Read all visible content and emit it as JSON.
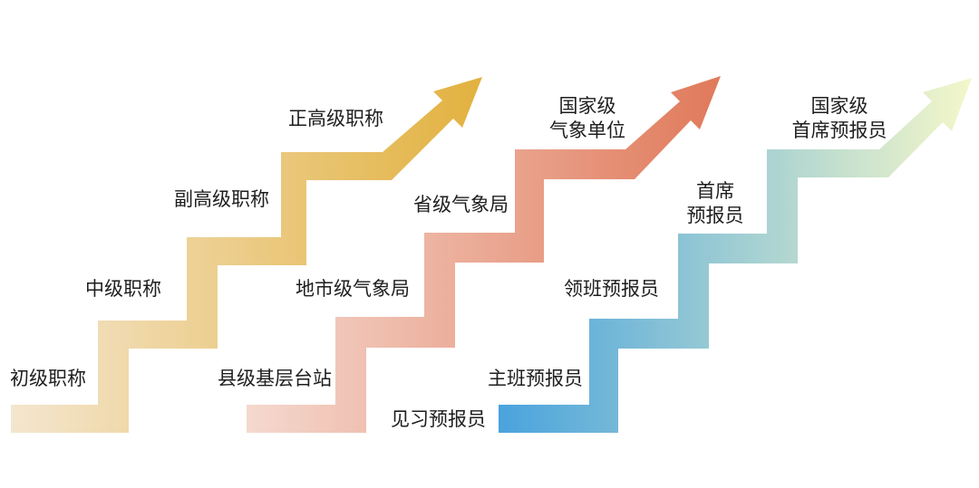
{
  "ladders": [
    {
      "name": "title-ladder",
      "gradient_from": "#f4e6cf",
      "gradient_to": "#e2b13e",
      "steps": [
        {
          "lines": [
            "初级职称"
          ]
        },
        {
          "lines": [
            "中级职称"
          ]
        },
        {
          "lines": [
            "副高级职称"
          ]
        },
        {
          "lines": [
            "正高级职称"
          ]
        }
      ]
    },
    {
      "name": "organization-ladder",
      "gradient_from": "#f5d9cf",
      "gradient_to": "#e0795a",
      "steps": [
        {
          "lines": [
            "县级基层台站"
          ]
        },
        {
          "lines": [
            "地市级气象局"
          ]
        },
        {
          "lines": [
            "省级气象局"
          ]
        },
        {
          "lines": [
            "国家级",
            "气象单位"
          ]
        }
      ]
    },
    {
      "name": "forecaster-ladder",
      "gradient_from": "#4aa3dd",
      "gradient_to": "#f4f7c9",
      "steps": [
        {
          "lines": [
            "见习预报员"
          ]
        },
        {
          "lines": [
            "主班预报员"
          ]
        },
        {
          "lines": [
            "领班预报员"
          ]
        },
        {
          "lines": [
            "首席",
            "预报员"
          ]
        },
        {
          "lines": [
            "国家级",
            "首席预报员"
          ]
        }
      ]
    }
  ]
}
